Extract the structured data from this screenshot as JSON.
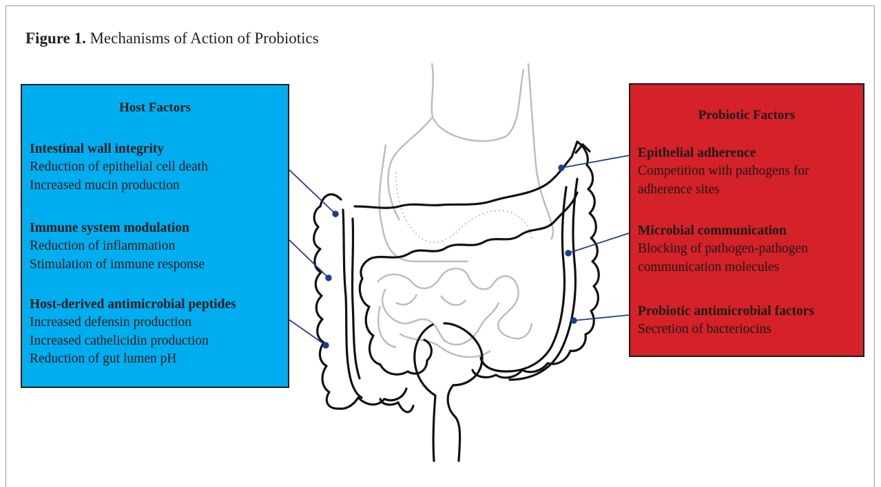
{
  "figure": {
    "number": "Figure 1.",
    "title": "Mechanisms of Action of Probiotics"
  },
  "host_factors": {
    "title": "Host Factors",
    "sections": [
      {
        "heading": "Intestinal wall integrity",
        "lines": [
          "Reduction of epithelial cell death",
          "Increased mucin production"
        ]
      },
      {
        "heading": "Immune system modulation",
        "lines": [
          "Reduction of inflammation",
          "Stimulation of immune response"
        ]
      },
      {
        "heading": "Host-derived antimicrobial peptides",
        "lines": [
          "Increased defensin production",
          "Increased cathelicidin production",
          "Reduction of gut lumen pH"
        ]
      }
    ]
  },
  "probiotic_factors": {
    "title": "Probiotic Factors",
    "sections": [
      {
        "heading": "Epithelial adherence",
        "lines": [
          "Competition with pathogens for",
          "adherence sites"
        ]
      },
      {
        "heading": "Microbial communication",
        "lines": [
          "Blocking of pathogen-pathogen",
          "communication molecules"
        ]
      },
      {
        "heading": "Probiotic antimicrobial factors",
        "lines": [
          "Secretion of bacteriocins"
        ]
      }
    ]
  },
  "colors": {
    "host_box": "#00aeef",
    "probiotic_box": "#d52128",
    "leader_line": "#1f3d8a",
    "organ_outline": "#111111",
    "faded_organ": "#bdbdbd"
  }
}
